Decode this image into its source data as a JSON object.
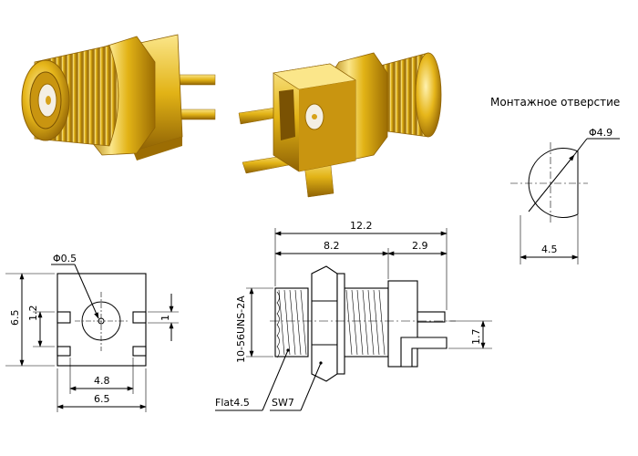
{
  "mounting_hole": {
    "title": "Монтажное отверстие",
    "diameter_label": "Φ4.9",
    "flat_label": "4.5"
  },
  "front_view": {
    "pin_label": "Φ0.5",
    "height_label": "6.5",
    "slot_offset_label": "1.2",
    "slot_width_label": "1",
    "inner_width_label": "4.8",
    "outer_width_label": "6.5"
  },
  "side_view": {
    "total_length_label": "12.2",
    "thread_length_label": "8.2",
    "body_length_label": "2.9",
    "thread_label": "10-56UNS-2A",
    "pin_height_label": "1.7",
    "flat_label": "Flat4.5",
    "hex_label": "SW7"
  },
  "colors": {
    "gold_light": "#fbe68a",
    "gold_mid": "#e2b316",
    "gold_dark": "#9c6d03",
    "line": "#000000"
  }
}
